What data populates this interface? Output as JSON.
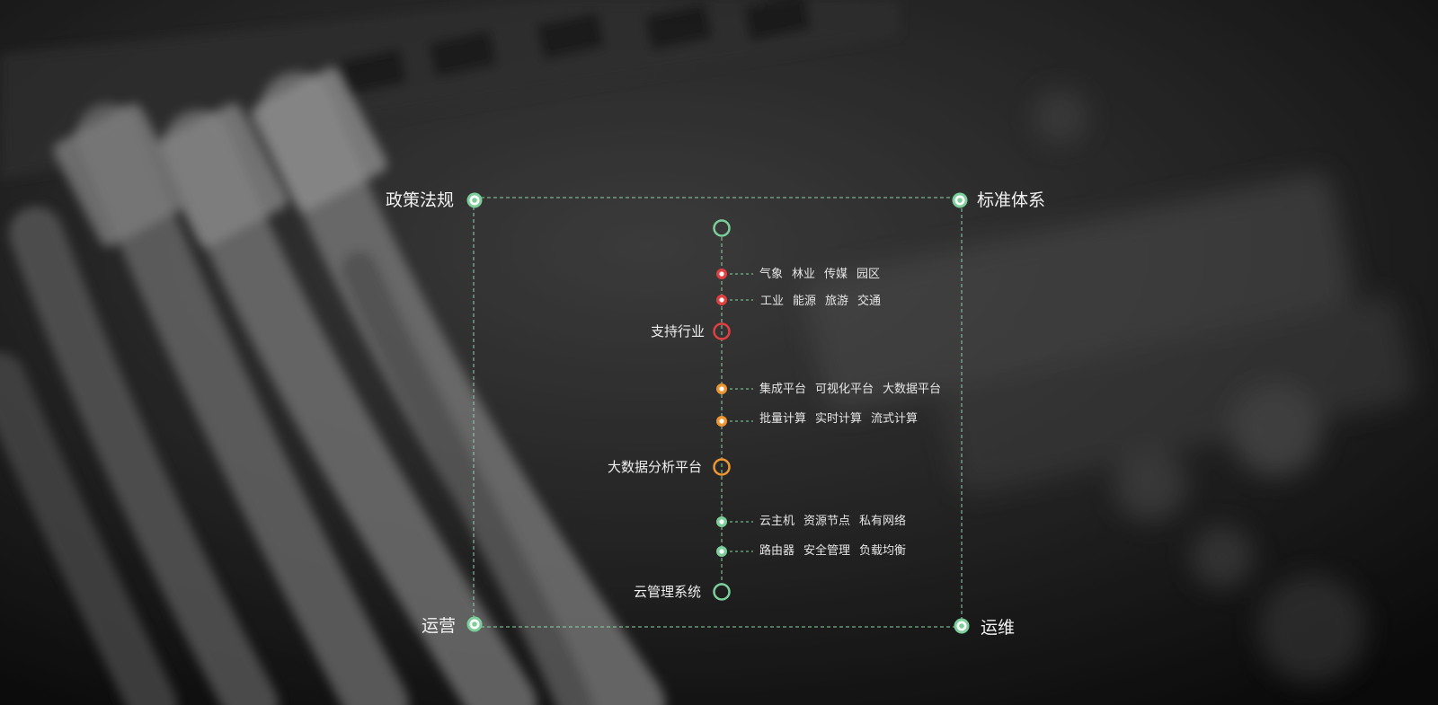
{
  "colors": {
    "green": "#7ccf9a",
    "red": "#e0403f",
    "orange": "#ee9630",
    "dashed_line": "#8fd3a8"
  },
  "corners": {
    "top_left": "政策法规",
    "top_right": "标准体系",
    "bottom_left": "运营",
    "bottom_right": "运维"
  },
  "tiers": [
    {
      "label": "支持行业",
      "color": "red",
      "rows": [
        [
          "气象",
          "林业",
          "传媒",
          "园区"
        ],
        [
          "工业",
          "能源",
          "旅游",
          "交通"
        ]
      ]
    },
    {
      "label": "大数据分析平台",
      "color": "orange",
      "rows": [
        [
          "集成平台",
          "可视化平台",
          "大数据平台"
        ],
        [
          "批量计算",
          "实时计算",
          "流式计算"
        ]
      ]
    },
    {
      "label": "云管理系统",
      "color": "green",
      "rows": [
        [
          "云主机",
          "资源节点",
          "私有网络"
        ],
        [
          "路由器",
          "安全管理",
          "负载均衡"
        ]
      ]
    }
  ]
}
